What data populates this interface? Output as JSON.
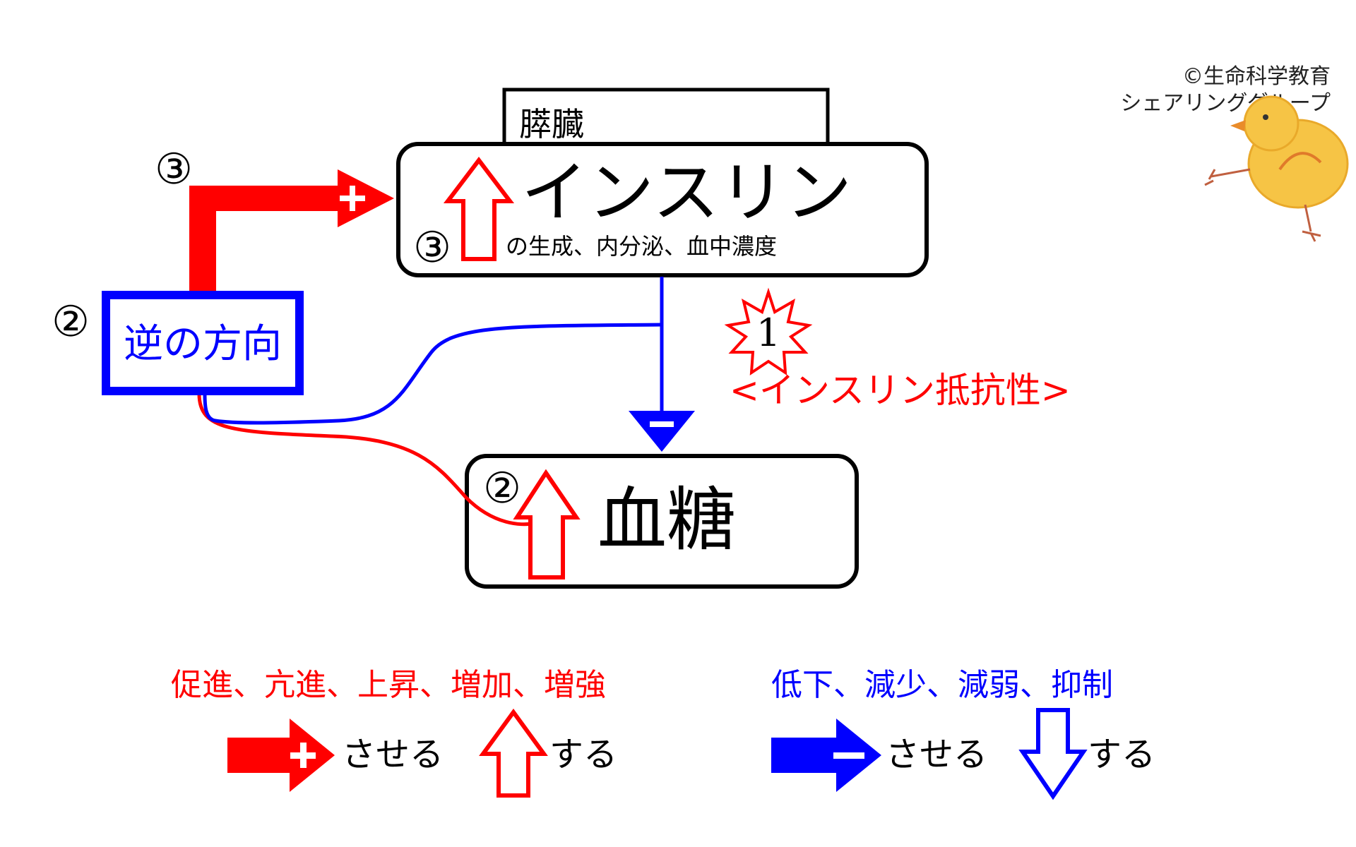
{
  "copyright": {
    "line1": "©生命科学教育",
    "line2": "シェアリンググループ"
  },
  "pancreas": {
    "label": "膵臓"
  },
  "insulin": {
    "title": "インスリン",
    "subtitle": "の生成、内分泌、血中濃度",
    "step": "③"
  },
  "blood_sugar": {
    "title": "血糖",
    "step": "②"
  },
  "reverse": {
    "label": "逆の方向",
    "step": "②"
  },
  "feedback_step": "③",
  "resistance": {
    "step": "1",
    "label": "<インスリン抵抗性>"
  },
  "legend": {
    "increase_terms": "促進、亢進、上昇、増加、増強",
    "decrease_terms": "低下、減少、減弱、抑制",
    "promote_label": "させる",
    "increase_label": "する",
    "suppress_label": "させる",
    "decrease_label": "する"
  },
  "colors": {
    "red": "#ff0000",
    "blue": "#0000ff",
    "black": "#000000",
    "chick": "#f6c445"
  }
}
